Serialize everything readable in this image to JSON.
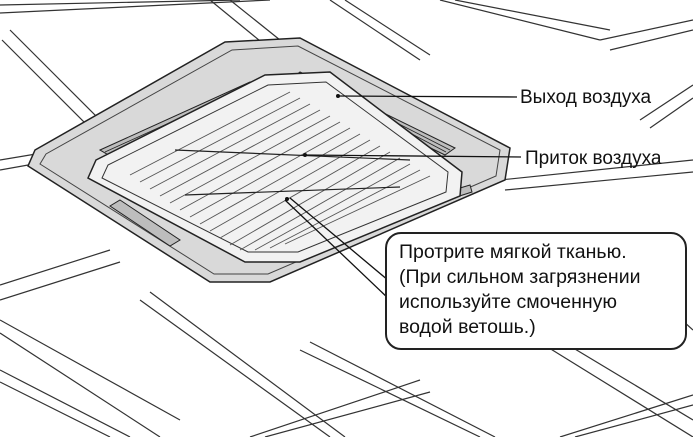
{
  "labels": {
    "air_outlet": "Выход воздуха",
    "air_inlet": "Приток воздуха"
  },
  "note": {
    "lines": [
      "Протрите мягкой тканью.",
      "(При сильном загрязнении",
      "используйте смоченную",
      "водой ветошь.)"
    ]
  },
  "colors": {
    "panel_fill": "#d9d9d9",
    "grille_fill": "#f2f2f2",
    "line": "#222222"
  }
}
